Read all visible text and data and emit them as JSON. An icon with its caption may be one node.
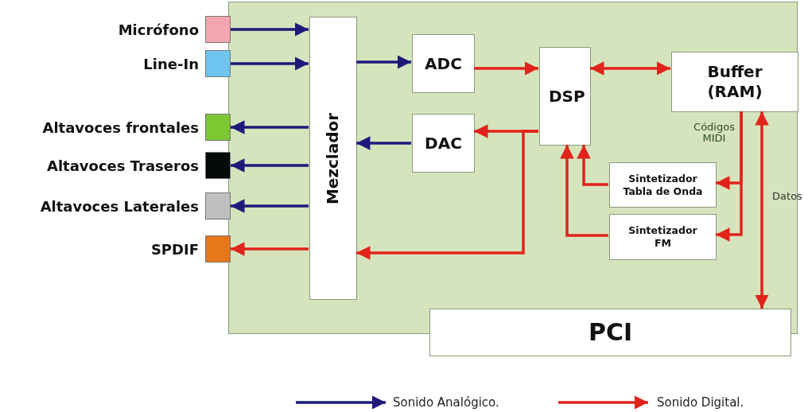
{
  "diagram": {
    "nodes": [
      {
        "text": [],
        "shape": "box"
      },
      {
        "text": [
          "Micrófono"
        ]
      },
      {
        "text": [
          "Line-In"
        ]
      },
      {
        "text": [
          "Altavoces frontales"
        ]
      },
      {
        "text": [
          "Altavoces Traseros"
        ]
      },
      {
        "text": [
          "Altavoces Laterales"
        ]
      },
      {
        "text": [
          "SPDIF"
        ]
      },
      {
        "text": [
          "Mezclador"
        ],
        "in": 0
      },
      {
        "text": [
          "ADC"
        ],
        "in": 0
      },
      {
        "text": [
          "DAC"
        ],
        "in": 0
      },
      {
        "text": [
          "DSP"
        ],
        "in": 0
      },
      {
        "text": [
          "Buffer (RAM)"
        ],
        "in": 0
      },
      {
        "text": [
          "Sintetizador Tabla de Onda"
        ],
        "in": 0
      },
      {
        "text": [
          "Sintetizador FM"
        ],
        "in": 0
      },
      {
        "text": [
          "PCI"
        ]
      }
    ],
    "edges": [
      {
        "from": 1,
        "to": 7,
        "arrow": "to",
        "color": "#1f1a7a"
      },
      {
        "from": 2,
        "to": 7,
        "arrow": "to",
        "color": "#1f1a7a"
      },
      {
        "from": 7,
        "to": 8,
        "arrow": "to",
        "color": "#1f1a7a"
      },
      {
        "from": 8,
        "to": 10,
        "arrow": "to"
      },
      {
        "from": 10,
        "to": 11,
        "arrow": "both"
      },
      {
        "from": 10,
        "to": 9,
        "arrow": "to"
      },
      {
        "from": 10,
        "to": 7,
        "arrow": "to"
      },
      {
        "from": 9,
        "to": 7,
        "arrow": "to",
        "color": "#1f1a7a"
      },
      {
        "from": 7,
        "to": 3,
        "arrow": "to",
        "color": "#1f1a7a"
      },
      {
        "from": 7,
        "to": 4,
        "arrow": "to",
        "color": "#1f1a7a"
      },
      {
        "from": 7,
        "to": 5,
        "arrow": "to",
        "color": "#1f1a7a"
      },
      {
        "from": 7,
        "to": 6,
        "arrow": "to"
      },
      {
        "from": 11,
        "to": 12,
        "arrow": "to",
        "label": "Códigos MIDI"
      },
      {
        "from": 11,
        "to": 13,
        "arrow": "to"
      },
      {
        "from": 12,
        "to": 10,
        "arrow": "to"
      },
      {
        "from": 13,
        "to": 10,
        "arrow": "to"
      },
      {
        "from": 14,
        "to": 11,
        "arrow": "both",
        "label": "Datos"
      }
    ],
    "legend": [
      {
        "text": "Sonido Analógico."
      },
      {
        "text": "Sonido Digital."
      }
    ]
  }
}
